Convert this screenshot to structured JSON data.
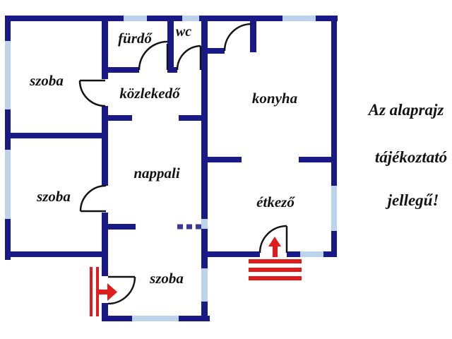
{
  "plan": {
    "kind": "apartment floor plan",
    "language": "Hungarian"
  },
  "colors": {
    "wall": "#1a1a86",
    "window": "#bdd2eb",
    "door": "#141414",
    "accent_red": "#e01d1d",
    "text": "#131313",
    "background": "#ffffff"
  },
  "rooms": [
    {
      "id": "szoba-1",
      "label": "szoba"
    },
    {
      "id": "furdo",
      "label": "fürdő"
    },
    {
      "id": "wc",
      "label": "wc"
    },
    {
      "id": "kozlekedo",
      "label": "közlekedő"
    },
    {
      "id": "konyha",
      "label": "konyha"
    },
    {
      "id": "szoba-2",
      "label": "szoba"
    },
    {
      "id": "nappali",
      "label": "nappali"
    },
    {
      "id": "etkezo",
      "label": "étkező"
    },
    {
      "id": "szoba-3",
      "label": "szoba"
    }
  ],
  "disclaimer": {
    "line1": "Az alaprajz",
    "line2": "tájékoztató",
    "line3": "jellegű!"
  }
}
